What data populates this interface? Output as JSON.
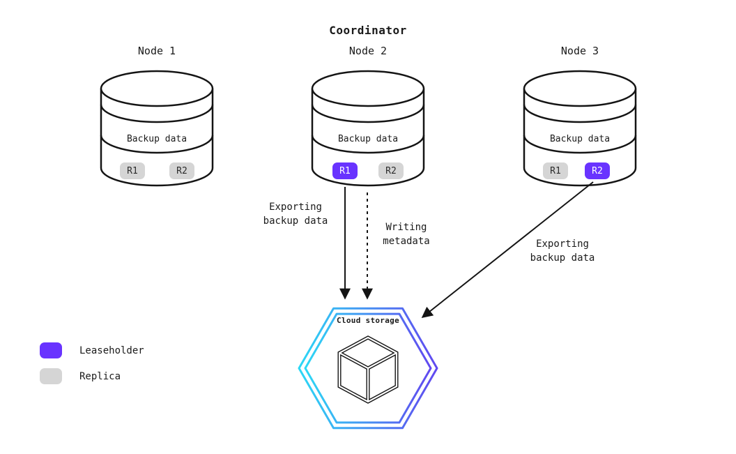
{
  "title": "Coordinator",
  "nodes": [
    {
      "label": "Node 1",
      "storage_label": "Backup data",
      "replicas": [
        {
          "label": "R1",
          "role": "replica"
        },
        {
          "label": "R2",
          "role": "replica"
        }
      ]
    },
    {
      "label": "Node 2",
      "storage_label": "Backup data",
      "replicas": [
        {
          "label": "R1",
          "role": "leaseholder"
        },
        {
          "label": "R2",
          "role": "replica"
        }
      ]
    },
    {
      "label": "Node 3",
      "storage_label": "Backup data",
      "replicas": [
        {
          "label": "R1",
          "role": "replica"
        },
        {
          "label": "R2",
          "role": "leaseholder"
        }
      ]
    }
  ],
  "arrows": [
    {
      "label": "Exporting\nbackup data",
      "style": "solid",
      "from": "Node 2 R1",
      "to": "Cloud storage"
    },
    {
      "label": "Writing\nmetadata",
      "style": "dashed",
      "from": "Node 2",
      "to": "Cloud storage"
    },
    {
      "label": "Exporting\nbackup data",
      "style": "solid",
      "from": "Node 3 R2",
      "to": "Cloud storage"
    }
  ],
  "cloud_storage": {
    "label": "Cloud storage"
  },
  "legend": [
    {
      "label": "Leaseholder",
      "color": "#6933ff"
    },
    {
      "label": "Replica",
      "color": "#d5d5d5"
    }
  ],
  "colors": {
    "leaseholder": "#6933ff",
    "replica": "#d5d5d5",
    "line": "#141414",
    "hex_gradient_start": "#2cd8f5",
    "hex_gradient_end": "#6148f0"
  }
}
